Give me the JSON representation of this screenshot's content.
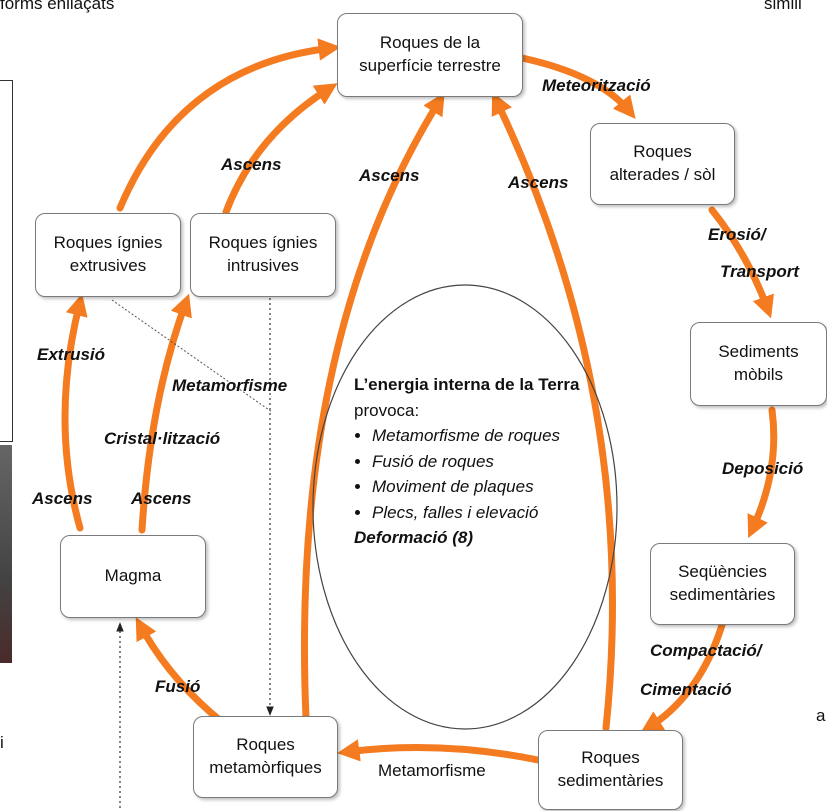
{
  "colors": {
    "arrow": "#f47b20",
    "box_border": "#7a7a7a"
  },
  "fragments": {
    "top_left": "forms enllaçats",
    "top_right": "simili",
    "right_edge": "a",
    "left_edge": "i"
  },
  "boxes": {
    "surface": "Roques de la\nsuperfície terrestre",
    "altered": "Roques\nalterades / sòl",
    "sediments": "Sediments\nmòbils",
    "sequences": "Seqüències\nsedimentàries",
    "sedimentary": "Roques\nsedimentàries",
    "metamorphic": "Roques\nmetamòrfiques",
    "magma": "Magma",
    "igneous_extrusive": "Roques ígnies\nextrusives",
    "igneous_intrusive": "Roques ígnies\nintrusives"
  },
  "labels": {
    "weathering": "Meteorització",
    "erosion": "Erosió/",
    "transport": "Transport",
    "deposition": "Deposició",
    "compaction": "Compactació/",
    "cementation": "Cimentació",
    "metamorphism_bottom": "Metamorfisme",
    "fusion": "Fusió",
    "ascent_left": "Ascens",
    "ascent_left2": "Ascens",
    "extrusion": "Extrusió",
    "crystallization": "Cristal·lització",
    "metamorphism_mid": "Metamorfisme",
    "ascent_top_left": "Ascens",
    "ascent_center": "Ascens",
    "ascent_right": "Ascens"
  },
  "energy": {
    "title_bold": "L’energia interna de la Terra",
    "title_rest": " provoca:",
    "items": [
      "Metamorfisme de roques",
      "Fusió de roques",
      "Moviment de plaques",
      "Plecs, falles i elevació"
    ],
    "footer": "Deformació (8)"
  }
}
